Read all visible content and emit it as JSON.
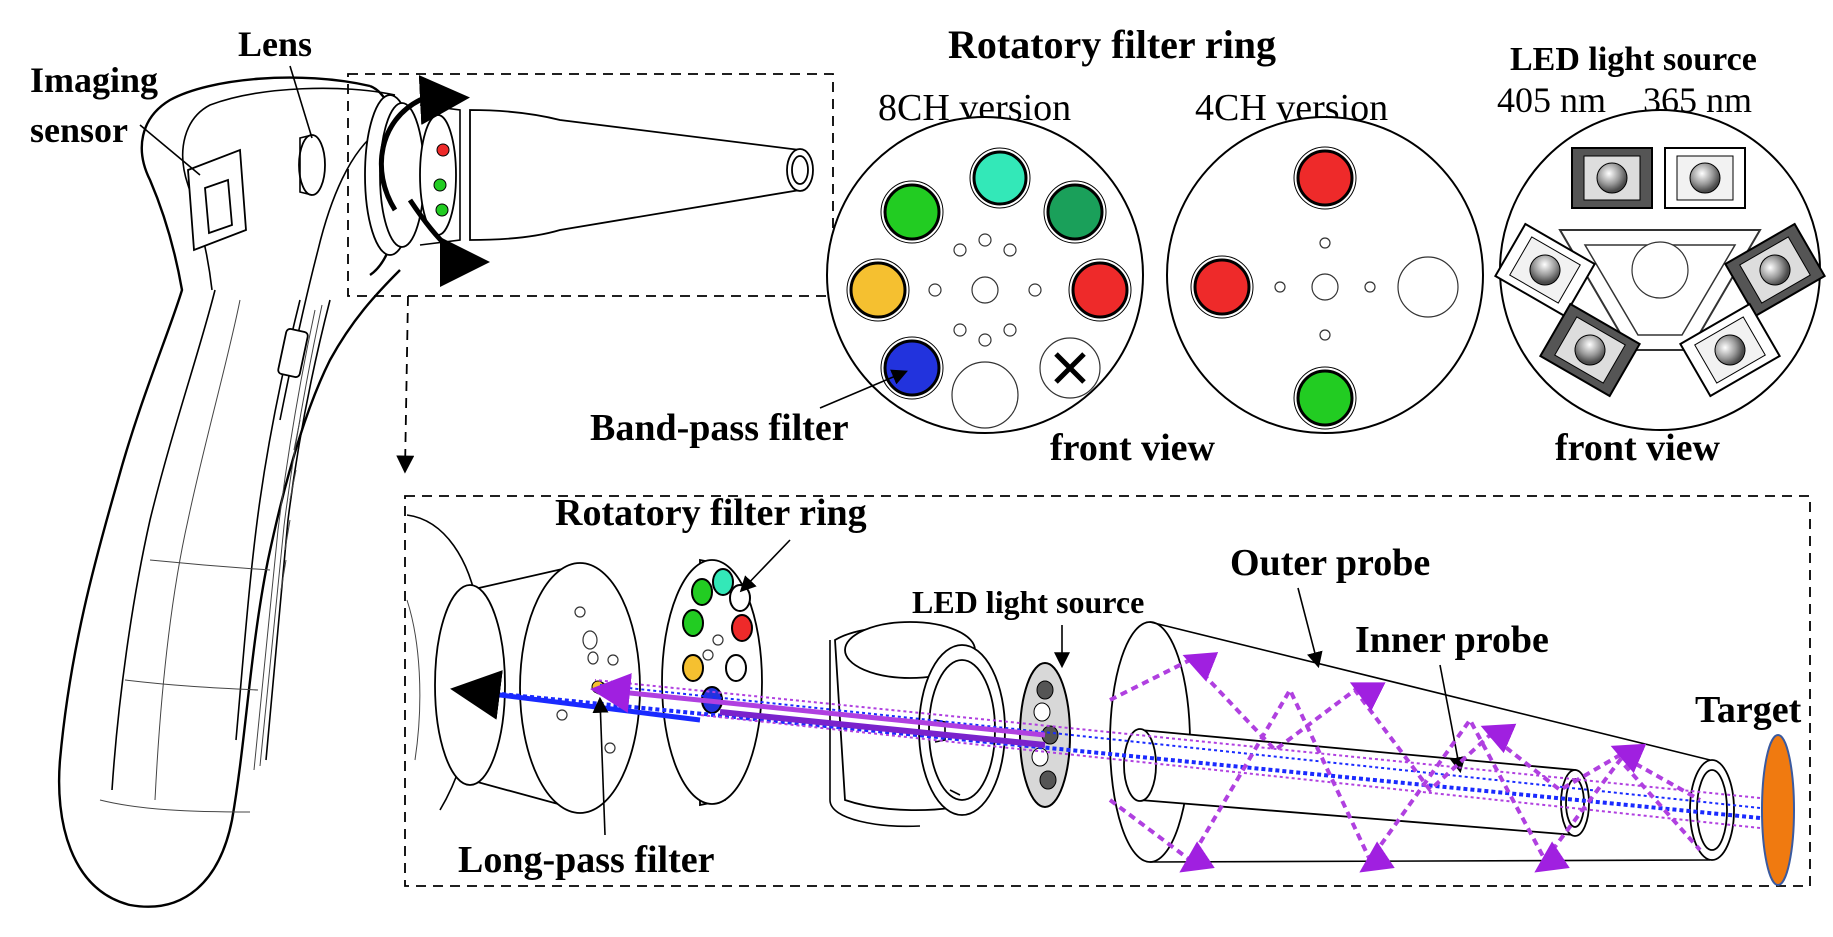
{
  "labels": {
    "imaging_sensor_1": "Imaging",
    "imaging_sensor_2": "sensor",
    "lens": "Lens",
    "rotatory_filter_ring_title": "Rotatory filter ring",
    "version_8ch": "8CH version",
    "version_4ch": "4CH version",
    "led_title": "LED light source",
    "wavelength_405": "405 nm",
    "wavelength_365": "365 nm",
    "band_pass_filter": "Band-pass filter",
    "front_view_1": "front view",
    "front_view_2": "front view",
    "rotatory_filter_ring_exploded": "Rotatory filter ring",
    "outer_probe": "Outer probe",
    "led_exploded": "LED light source",
    "inner_probe": "Inner probe",
    "target": "Target",
    "long_pass_filter": "Long-pass filter"
  },
  "colors": {
    "filter_green": "#22cc22",
    "filter_cyan": "#33e8b8",
    "filter_darkgreen": "#1aa05a",
    "filter_yellow": "#f5c030",
    "filter_red": "#ee2a2a",
    "filter_blue": "#2233dd",
    "light_violet": "#b040e0",
    "light_blue": "#1a2aff",
    "target_orange": "#f07a10"
  }
}
